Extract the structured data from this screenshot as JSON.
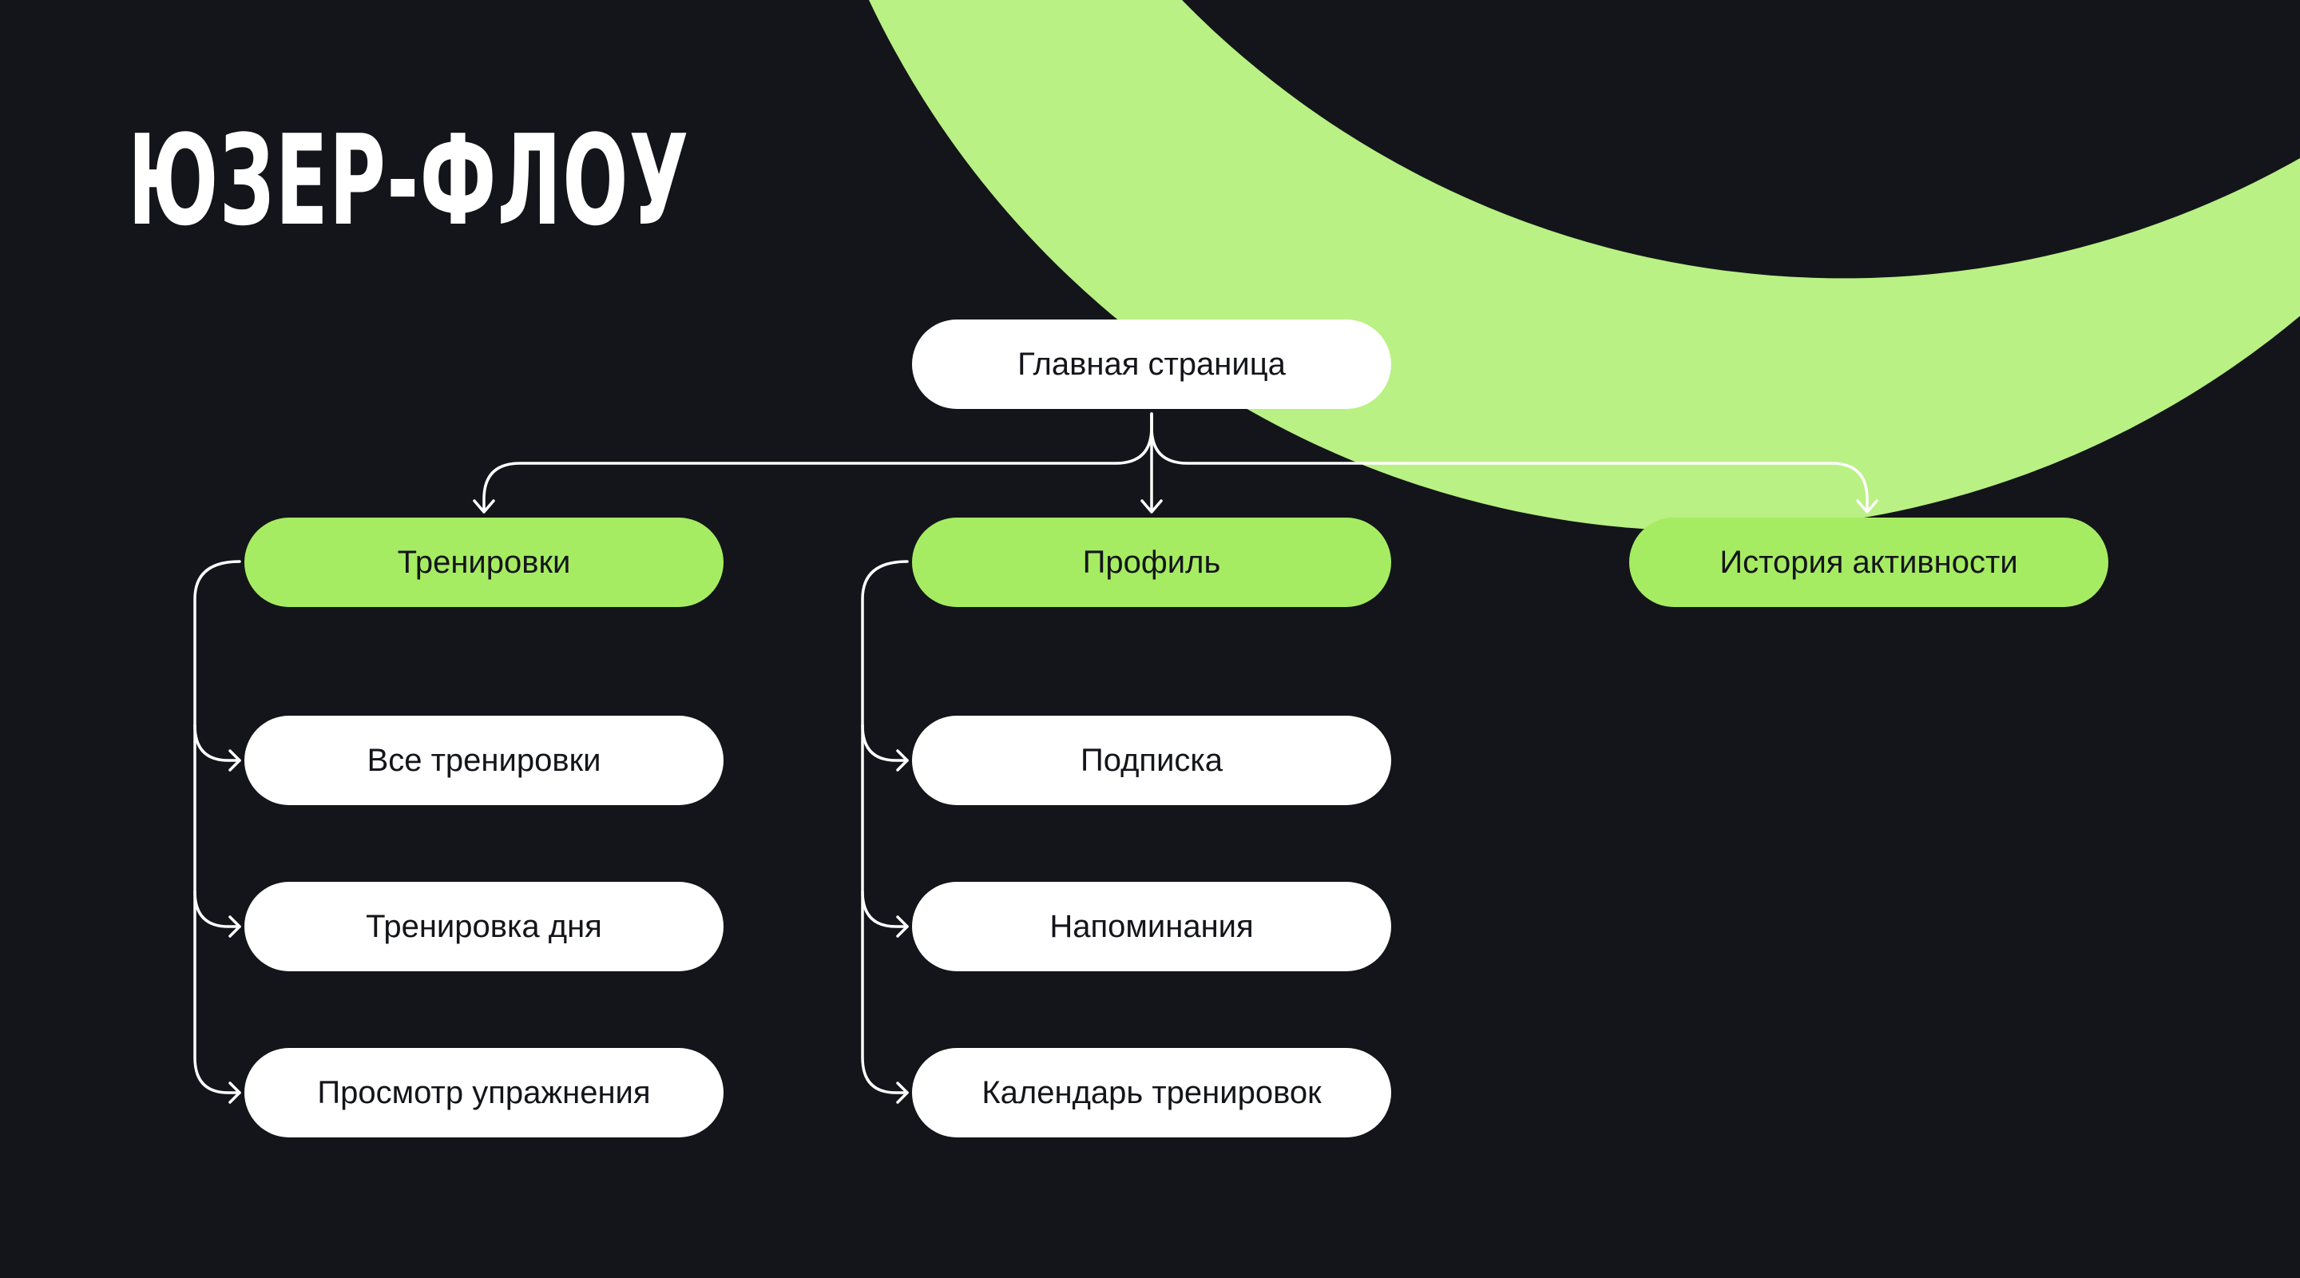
{
  "slide": {
    "title": "ЮЗЕР-ФЛОУ"
  },
  "colors": {
    "background": "#14151a",
    "accent_green": "#a6ec63",
    "arc_green": "#b9f184",
    "node_white": "#ffffff",
    "connector": "#ffffff",
    "text_dark": "#14151a"
  },
  "diagram": {
    "root": {
      "label": "Главная страница"
    },
    "sections": [
      {
        "label": "Тренировки",
        "children": [
          "Все тренировки",
          "Тренировка дня",
          "Просмотр упражнения"
        ]
      },
      {
        "label": "Профиль",
        "children": [
          "Подписка",
          "Напоминания",
          "Календарь тренировок"
        ]
      },
      {
        "label": "История активности",
        "children": []
      }
    ]
  }
}
